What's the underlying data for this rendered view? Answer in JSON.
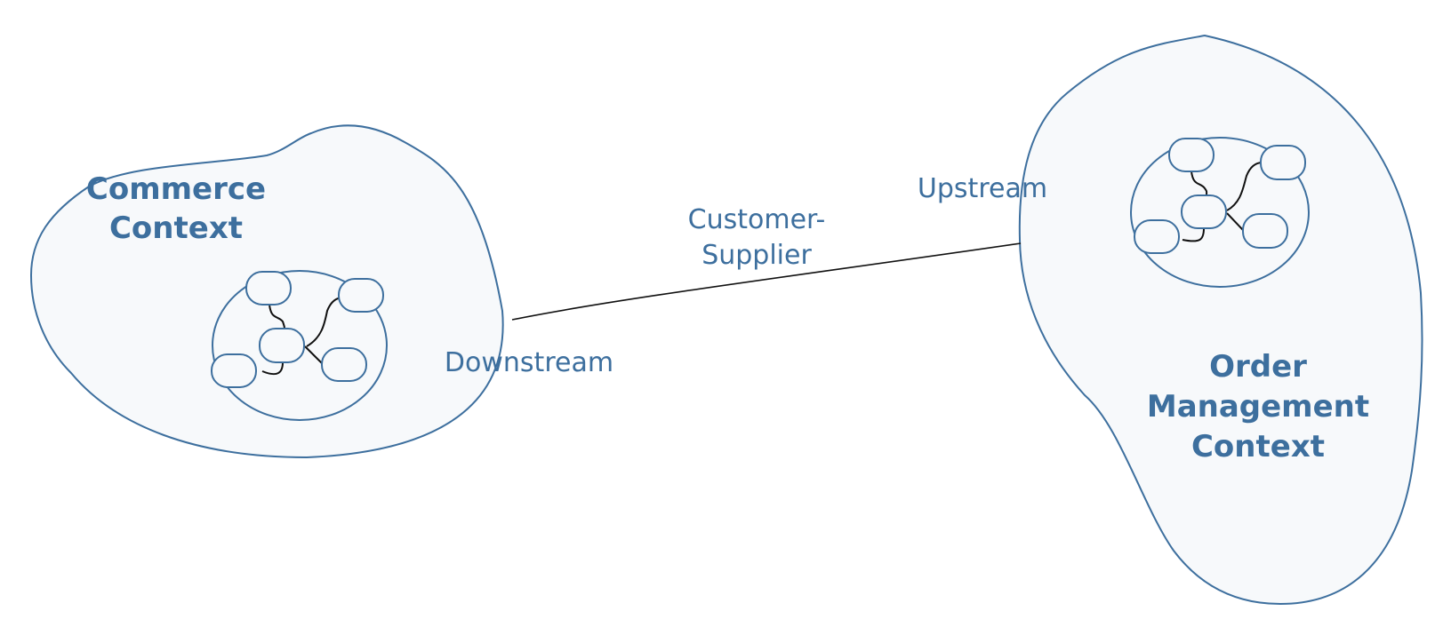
{
  "contexts": {
    "commerce": {
      "title_line1": "Commerce",
      "title_line2": "Context"
    },
    "order": {
      "title_line1": "Order",
      "title_line2": "Management",
      "title_line3": "Context"
    }
  },
  "relationship": {
    "type_line1": "Customer-",
    "type_line2": "Supplier",
    "downstream_label": "Downstream",
    "upstream_label": "Upstream"
  },
  "colors": {
    "accent": "#3d6f9e",
    "fill": "#f7f9fb",
    "line": "#111111"
  }
}
